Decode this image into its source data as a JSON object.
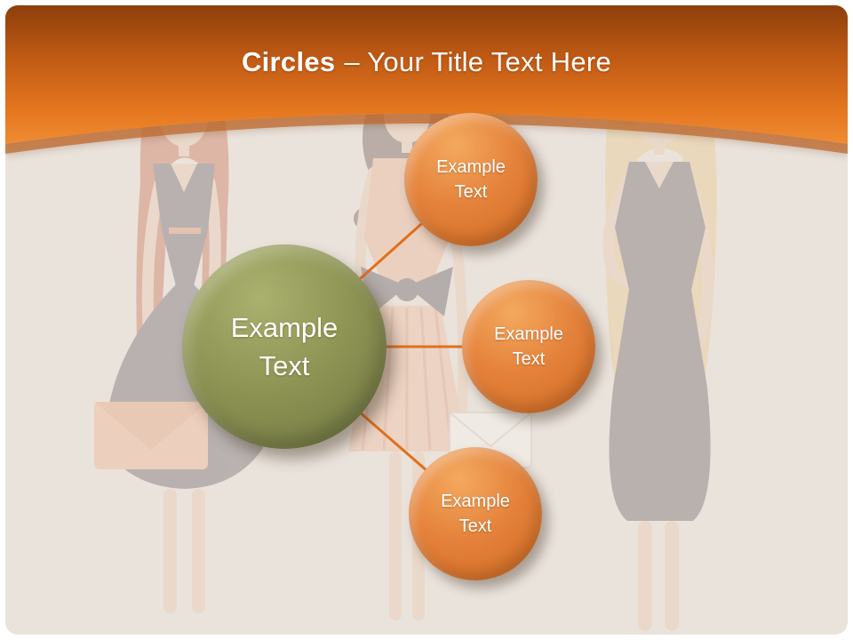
{
  "slide": {
    "title": {
      "bold": "Circles",
      "rest": "– Your Title Text Here"
    }
  },
  "colors": {
    "header_orange_dark": "#8e3f0c",
    "header_orange": "#d96a1a",
    "header_orange_light": "#ef8c33",
    "accent_line_orange": "#e0701c",
    "center_circle_olive": "#8d9353",
    "satellite_orange": "#e4813a",
    "background_beige": "#eae3dc",
    "text_white": "#ffffff"
  },
  "diagram": {
    "type": "radial-circles",
    "center_circle": {
      "label": "Example Text"
    },
    "satellites": [
      {
        "label": "Example Text"
      },
      {
        "label": "Example Text"
      },
      {
        "label": "Example Text"
      }
    ]
  }
}
